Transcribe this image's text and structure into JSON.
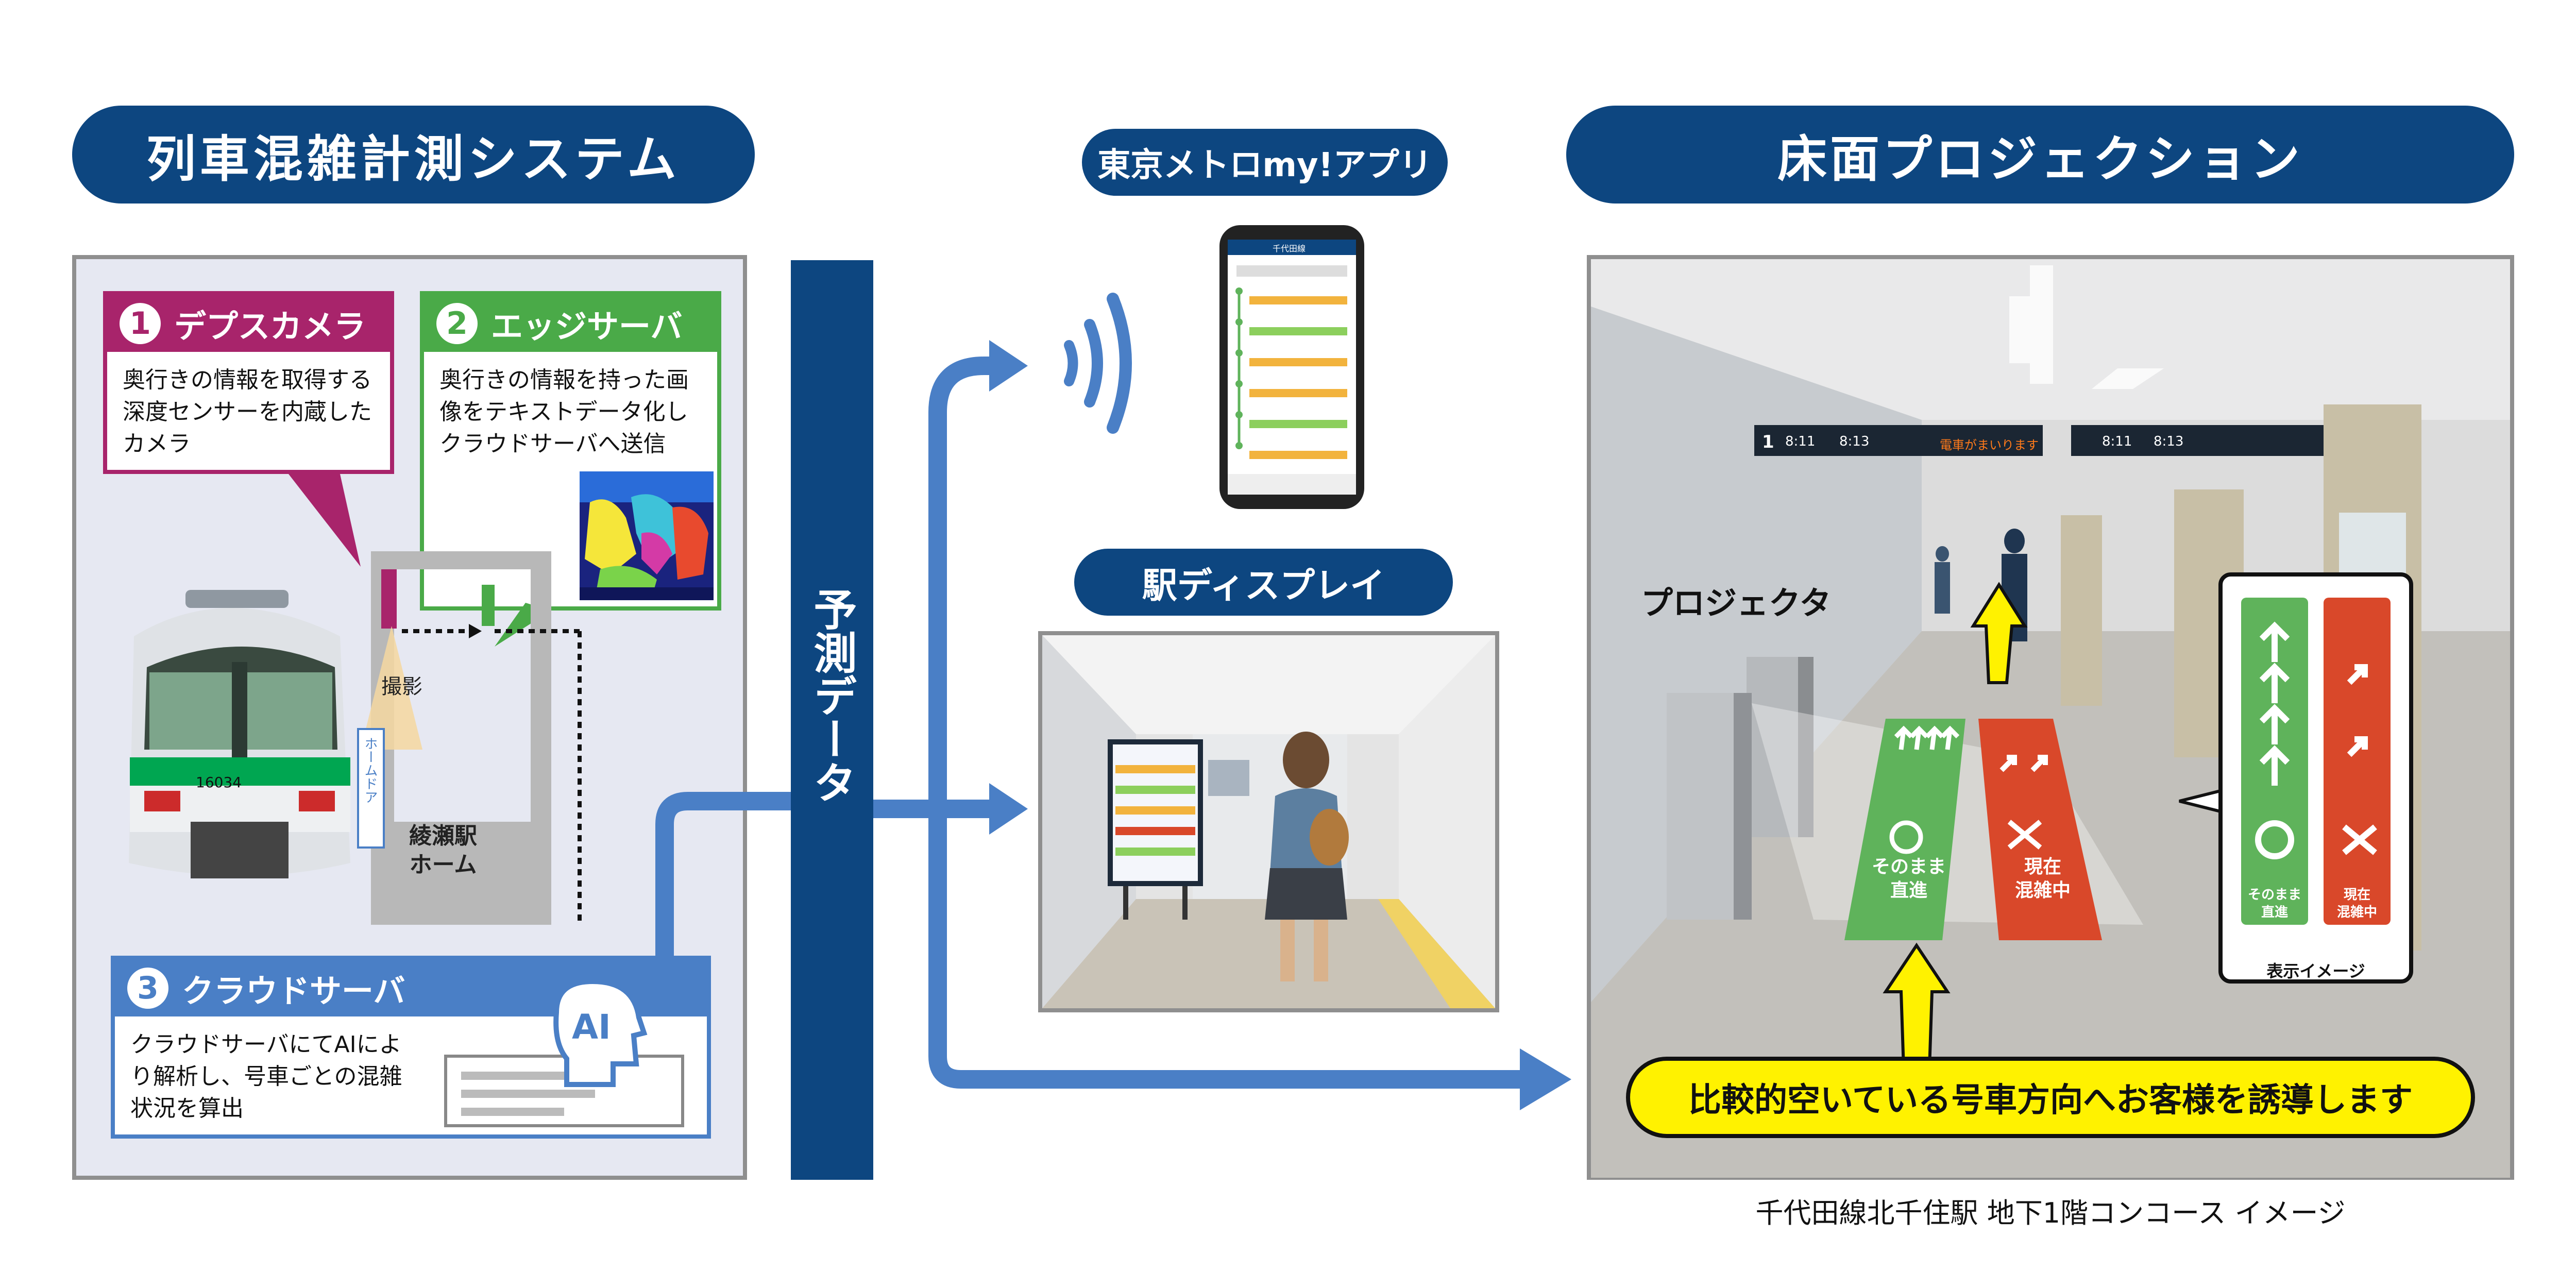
{
  "left_section": {
    "title": "列車混雑計測システム",
    "depth_camera": {
      "number": "1",
      "title": "デプスカメラ",
      "text": "奥行きの情報を取得する深度センサーを内蔵したカメラ"
    },
    "edge_server": {
      "number": "2",
      "title": "エッジサーバ",
      "text": "奥行きの情報を持った画像をテキストデータ化しクラウドサーバへ送信"
    },
    "shoot_label": "撮影",
    "home_door_label": "ホームドア",
    "station_label": "綾瀬駅\nホーム",
    "train_number": "16034",
    "cloud_server": {
      "number": "3",
      "title": "クラウドサーバ",
      "text": "クラウドサーバにてAIにより解析し、号車ごとの混雑状況を算出"
    },
    "ai_label": "AI"
  },
  "prediction_bar": {
    "label": "予測データ"
  },
  "app_section": {
    "title": "東京メトロmy!アプリ",
    "phone_line": "千代田線"
  },
  "station_display": {
    "title": "駅ディスプレイ"
  },
  "right_section": {
    "title": "床面プロジェクション",
    "projector_label": "プロジェクタ",
    "board_times": [
      "8:11",
      "8:13",
      "8:11",
      "8:13"
    ],
    "board_platform": "1",
    "board_msg": "電車がまいります",
    "floor_green_text": "そのまま\n直進",
    "floor_red_text": "現在\n混雑中",
    "legend_green_text": "そのまま\n直進",
    "legend_red_text": "現在\n混雑中",
    "legend_caption": "表示イメージ",
    "banner": "比較的空いている号車方向へお客様を誘導します",
    "caption": "千代田線北千住駅 地下1階コンコース イメージ"
  },
  "colors": {
    "navy": "#0d4680",
    "magenta": "#a8246b",
    "green": "#4aaa48",
    "blue": "#4a7fc6",
    "flow_arrow": "#4a7fc6",
    "floor_green": "#5fb35b",
    "floor_red": "#d9482a",
    "banner_yellow": "#fff200"
  }
}
